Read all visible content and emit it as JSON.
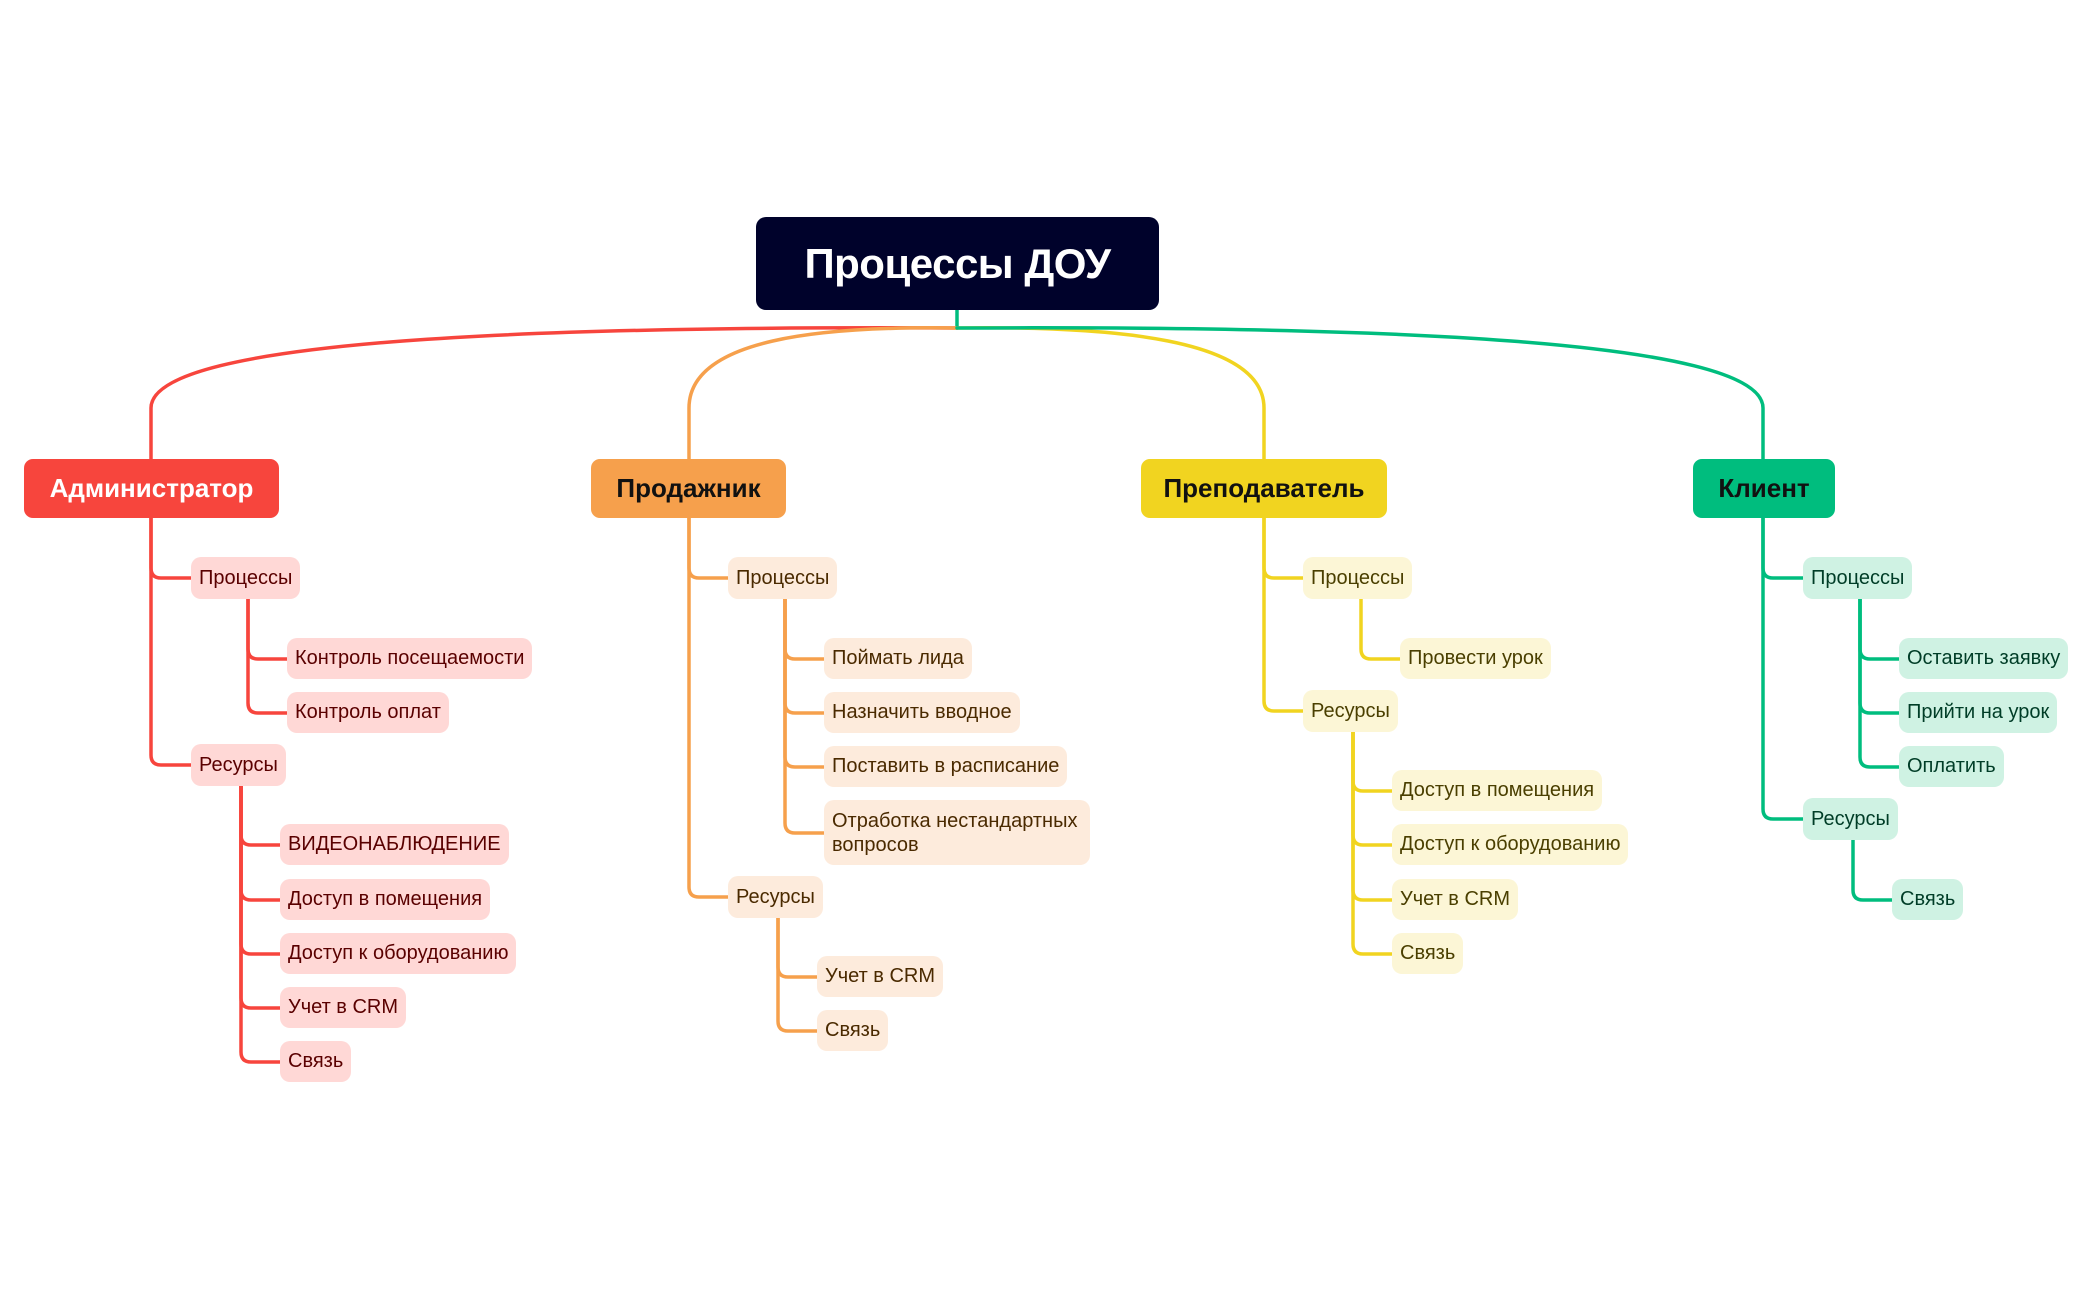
{
  "root": {
    "label": "Процессы ДОУ",
    "bg": "#00022b",
    "color": "#ffffff"
  },
  "branches": [
    {
      "label": "Администратор",
      "color": "#f7453d",
      "fill": "#ffd8d6",
      "text": "#5a0000",
      "label_color": "#ffffff",
      "groups": [
        {
          "label": "Процессы",
          "items": [
            "Контроль посещаемости",
            "Контроль оплат"
          ]
        },
        {
          "label": "Ресурсы",
          "items": [
            "ВИДЕОНАБЛЮДЕНИЕ",
            "Доступ в помещения",
            "Доступ к оборудованию",
            "Учет в CRM",
            "Связь"
          ]
        }
      ]
    },
    {
      "label": "Продажник",
      "color": "#f6a04c",
      "fill": "#fdebdc",
      "text": "#4a2a00",
      "label_color": "#111111",
      "groups": [
        {
          "label": "Процессы",
          "items": [
            "Поймать лида",
            "Назначить вводное",
            "Поставить в расписание",
            "Отработка нестандартных вопросов"
          ]
        },
        {
          "label": "Ресурсы",
          "items": [
            "Учет в CRM",
            "Связь"
          ]
        }
      ]
    },
    {
      "label": "Преподаватель",
      "color": "#f1d420",
      "fill": "#fcf6d6",
      "text": "#4a3f00",
      "label_color": "#111111",
      "groups": [
        {
          "label": "Процессы",
          "items": [
            "Провести урок"
          ]
        },
        {
          "label": "Ресурсы",
          "items": [
            "Доступ в помещения",
            "Доступ к оборудованию",
            "Учет в CRM",
            "Связь"
          ]
        }
      ]
    },
    {
      "label": "Клиент",
      "color": "#00bd7e",
      "fill": "#cff2e3",
      "text": "#003d27",
      "label_color": "#111111",
      "groups": [
        {
          "label": "Процессы",
          "items": [
            "Оставить заявку",
            "Прийти на урок",
            "Оплатить"
          ]
        },
        {
          "label": "Ресурсы",
          "items": [
            "Связь"
          ]
        }
      ]
    }
  ]
}
